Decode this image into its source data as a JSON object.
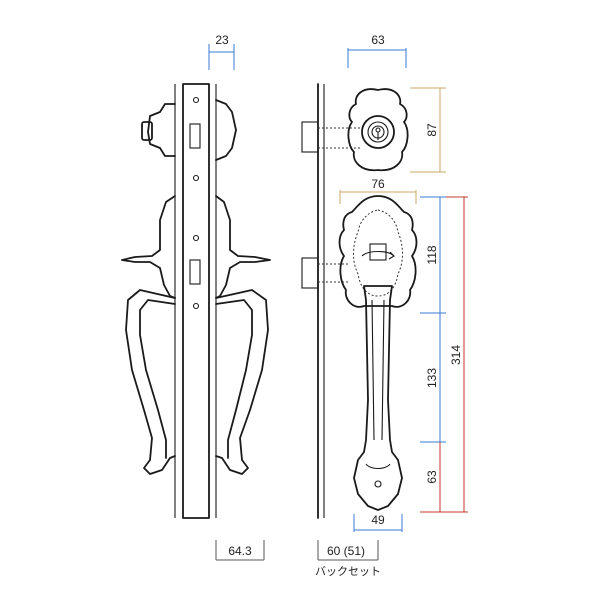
{
  "dimensions": {
    "front_width": "23",
    "cylinder_width": "63",
    "cylinder_height": "87",
    "handle_width": "76",
    "upper_height": "118",
    "middle_height": "133",
    "total_height": "314",
    "bottom_height": "63",
    "bottom_width": "49",
    "depth": "64.3",
    "backset": "60 (51)"
  },
  "labels": {
    "backset_label": "バックセット"
  },
  "colors": {
    "outline": "#1a1a1a",
    "dim_blue": "#3a7bd5",
    "dim_tan": "#c9a96a",
    "dim_red": "#c0392b"
  }
}
